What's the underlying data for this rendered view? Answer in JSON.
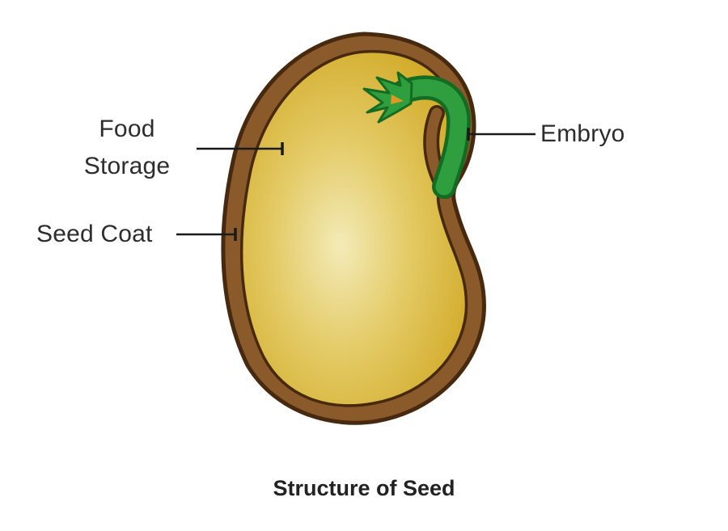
{
  "title": "Structure of Seed",
  "labels": {
    "food_storage": "Food Storage",
    "seed_coat": "Seed Coat",
    "embryo": "Embryo"
  },
  "colors": {
    "background": "#ffffff",
    "seed_coat": "#8a5a2b",
    "seed_coat_outline": "#46290e",
    "food_storage_center": "#f3ebb8",
    "food_storage_mid": "#e4cb67",
    "food_storage_edge": "#d2ab29",
    "embryo_green": "#2f9e3e",
    "embryo_green_dark": "#146b22",
    "leaf_accent": "#dd9a22",
    "leader_line": "#1a1a1a",
    "text": "#2d2d2d"
  }
}
